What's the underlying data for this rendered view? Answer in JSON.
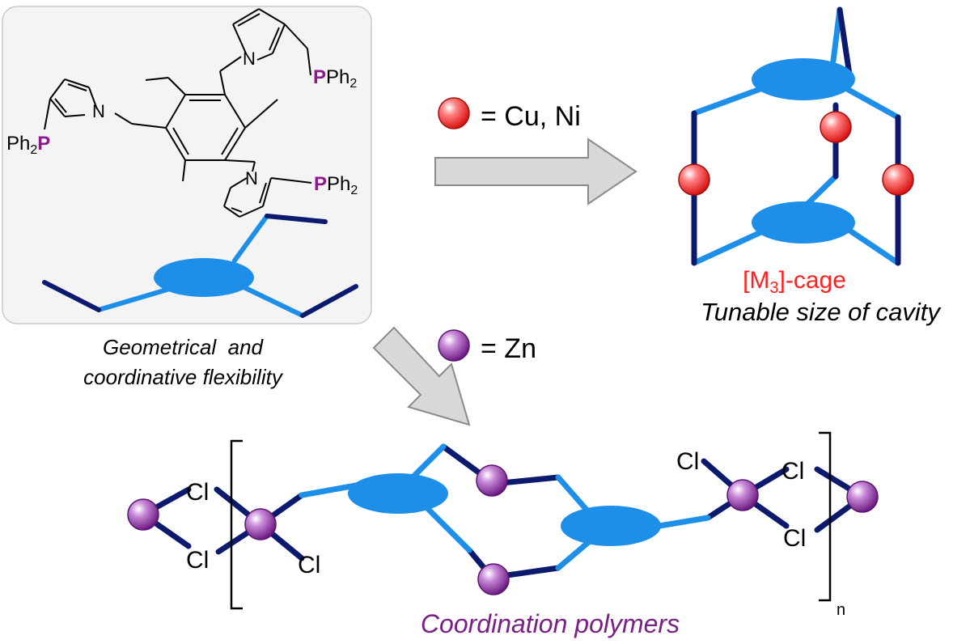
{
  "ligand": {
    "ph2p_left": [
      "Ph",
      "2",
      "P"
    ],
    "pph2_top": [
      "P",
      "Ph",
      "2"
    ],
    "pph2_bottom": [
      "P",
      "Ph",
      "2"
    ],
    "n_atom": "N",
    "p_color": "#8b1a8b"
  },
  "ligand_caption": {
    "line1": "Geometrical  and",
    "line2": "coordinative flexibility"
  },
  "legend": {
    "cu_ni": "= Cu, Ni",
    "zn": "= Zn"
  },
  "cage": {
    "label_parts": [
      "[M",
      "3",
      "]-cage"
    ],
    "label_color": "#ff2020",
    "caption": "Tunable size of cavity"
  },
  "polymer": {
    "cl": "Cl",
    "subscript_n": "n",
    "caption": "Coordination polymers",
    "caption_color": "#7a1f86"
  },
  "colors": {
    "light_blue": "#1e8fe8",
    "dark_navy": "#0c1a6e",
    "ellipse": "#1e8fe8",
    "arrow_fill": "#d8d8d8",
    "arrow_stroke": "#8a8a8a",
    "panel_bg": "#f4f4f4"
  }
}
